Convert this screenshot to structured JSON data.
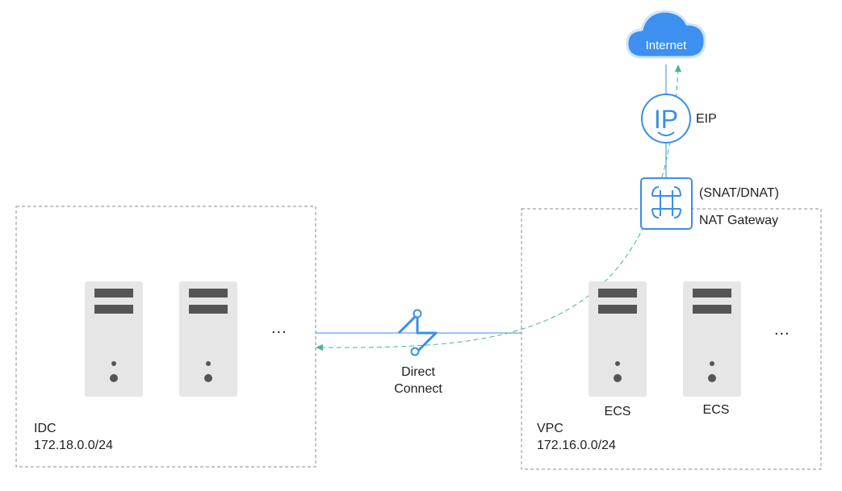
{
  "internet": {
    "label": "Internet"
  },
  "eip": {
    "icon_text": "IP",
    "label": "EIP"
  },
  "nat": {
    "line1": "(SNAT/DNAT)",
    "line2": "NAT Gateway"
  },
  "direct_connect": {
    "line1": "Direct",
    "line2": "Connect"
  },
  "idc": {
    "name": "IDC",
    "cidr": "172.18.0.0/24",
    "more": "..."
  },
  "vpc": {
    "name": "VPC",
    "cidr": "172.16.0.0/24",
    "more": "...",
    "servers": [
      "ECS",
      "ECS"
    ]
  },
  "colors": {
    "blue": "#3a8ee6",
    "green": "#43b885",
    "server": "#e6e6e6",
    "slot": "#555555",
    "border": "#8c8c8c"
  },
  "icons": {
    "cloud": "cloud-icon",
    "eip": "ip-icon",
    "nat": "nat-gateway-icon",
    "direct_connect": "direct-connect-icon",
    "server": "server-icon"
  }
}
